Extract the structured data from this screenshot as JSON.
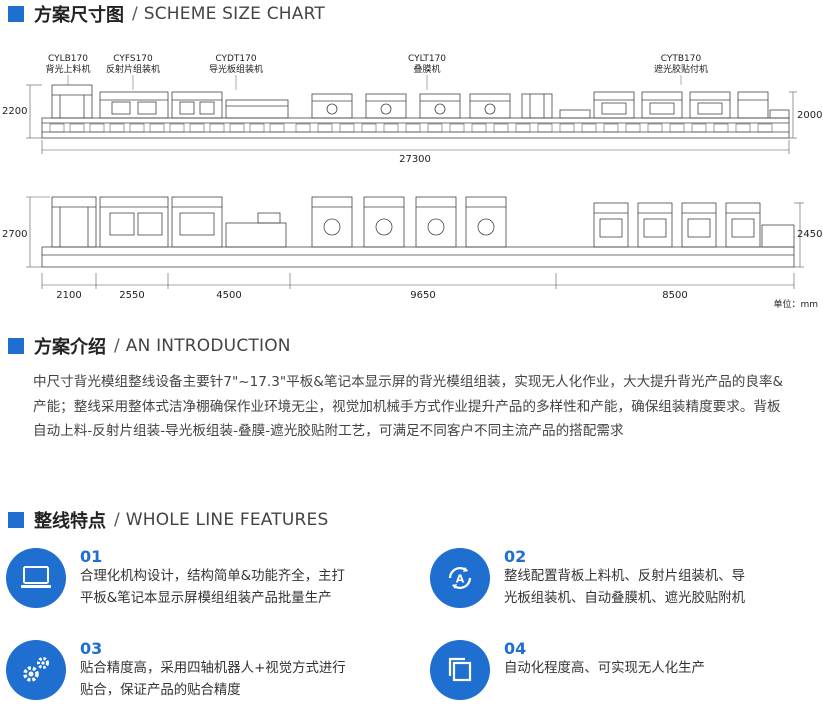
{
  "size_chart": {
    "title_cn": "方案尺寸图",
    "separator": "/",
    "title_en": "SCHEME SIZE CHART",
    "row1": {
      "machines": [
        {
          "code": "CYLB170",
          "name": "背光上料机"
        },
        {
          "code": "CYFS170",
          "name": "反射片组装机"
        },
        {
          "code": "CYDT170",
          "name": "导光板组装机"
        },
        {
          "code": "CYLT170",
          "name": "叠膜机"
        },
        {
          "code": "CYTB170",
          "name": "遮光胶贴付机"
        }
      ],
      "height_left": "2200",
      "height_right": "2000",
      "total_length": "27300"
    },
    "row2": {
      "height_left": "2700",
      "height_right": "2450",
      "segments": [
        "2100",
        "2550",
        "4500",
        "9650",
        "8500"
      ],
      "unit": "单位：mm"
    }
  },
  "intro": {
    "title_cn": "方案介绍",
    "separator": "/",
    "title_en": "AN INTRODUCTION",
    "text": "中尺寸背光模组整线设备主要针7\"~17.3\"平板&笔记本显示屏的背光模组组装，实现无人化作业，大大提升背光产品的良率&产能；整线采用整体式洁净棚确保作业环境无尘，视觉加机械手方式作业提升产品的多样性和产能，确保组装精度要求。背板自动上料-反射片组装-导光板组装-叠膜-遮光胶贴附工艺，可满足不同客户不同主流产品的搭配需求"
  },
  "features": {
    "title_cn": "整线特点",
    "separator": "/",
    "title_en": "WHOLE LINE FEATURES",
    "items": [
      {
        "num": "01",
        "icon": "laptop-icon",
        "line1": "合理化机构设计，结构简单&功能齐全，主打",
        "line2": "平板&笔记本显示屏模组组装产品批量生产"
      },
      {
        "num": "02",
        "icon": "automation-cycle-icon",
        "line1": "整线配置背板上料机、反射片组装机、导",
        "line2": "光板组装机、自动叠膜机、遮光胶贴附机"
      },
      {
        "num": "03",
        "icon": "gears-icon",
        "line1": "贴合精度高，采用四轴机器人+视觉方式进行",
        "line2": "贴合，保证产品的贴合精度"
      },
      {
        "num": "04",
        "icon": "copy-layers-icon",
        "line1": "自动化程度高、可实现无人化生产",
        "line2": ""
      }
    ]
  },
  "colors": {
    "accent": "#1f6fd1",
    "line_drawing": "#444444"
  }
}
